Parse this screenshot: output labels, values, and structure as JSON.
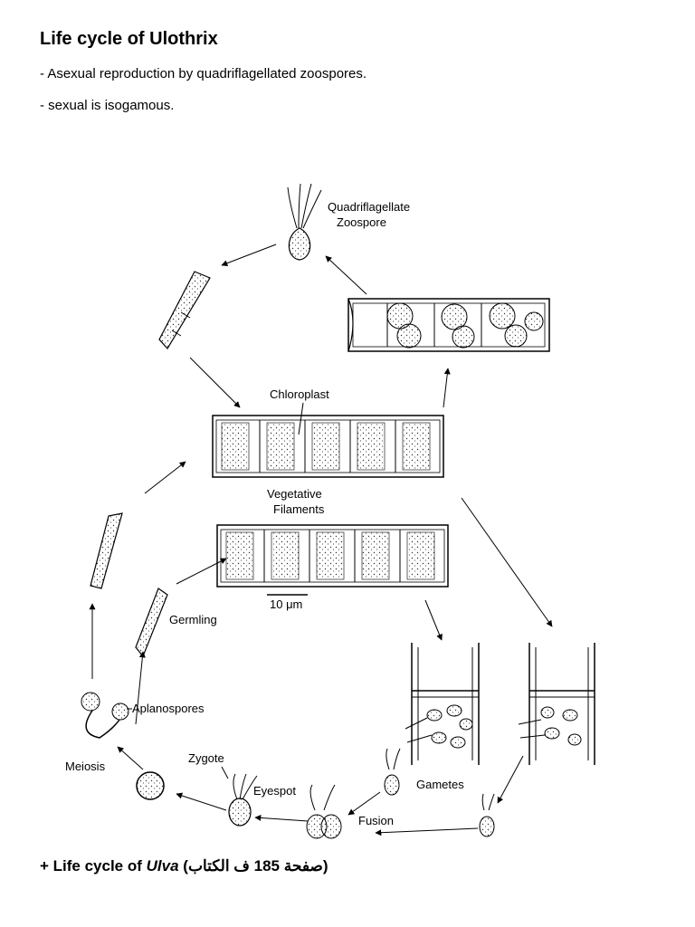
{
  "title": "Life cycle of Ulothrix",
  "bullets": [
    "- Asexual reproduction by quadriflagellated zoospores.",
    "- sexual is isogamous."
  ],
  "diagram": {
    "labels": {
      "quadriflagellate": "Quadriflagellate",
      "zoospore": "Zoospore",
      "chloroplast": "Chloroplast",
      "vegetative": "Vegetative",
      "filaments": "Filaments",
      "scale": "10 μm",
      "germling": "Germling",
      "aplanospores": "Aplanospores",
      "meiosis": "Meiosis",
      "zygote": "Zygote",
      "eyespot": "Eyespot",
      "gametes": "Gametes",
      "fusion": "Fusion"
    }
  },
  "footer": {
    "prefix": "+ Life cycle of ",
    "genus": "Ulva",
    "open": " (",
    "arabic": "صفحة 185 ف الكتاب",
    "close": ")"
  }
}
